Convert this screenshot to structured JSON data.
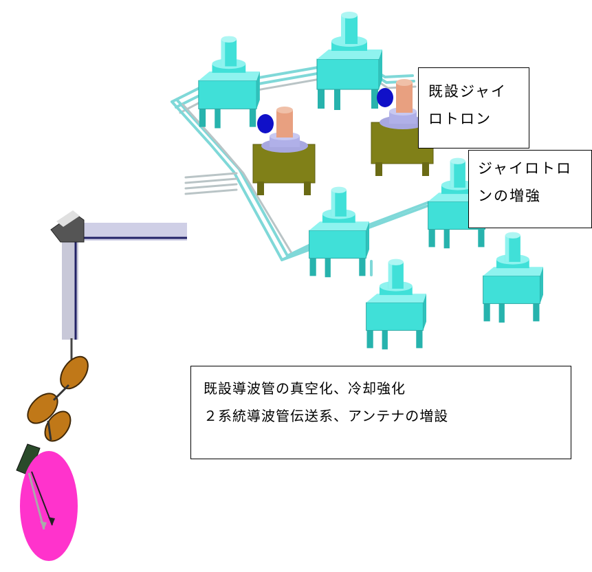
{
  "labels": {
    "existing_gyrotron": {
      "line1": "既設ジャイ",
      "line2": "ロトロン"
    },
    "gyrotron_enhancement": {
      "line1": "ジャイロトロ",
      "line2": "ンの増強"
    },
    "waveguide_upgrade": {
      "line1": "既設導波管の真空化、冷却強化",
      "line2": "２系統導波管伝送系、アンテナの増設"
    }
  },
  "colors": {
    "new_gyrotron": "#40e0d8",
    "existing_gyrotron_base": "#808018",
    "existing_gyrotron_tube": "#e8a080",
    "waveguide": "#7fd8d8",
    "antenna_mirror": "#c07818",
    "plasma": "#ff33cc"
  }
}
